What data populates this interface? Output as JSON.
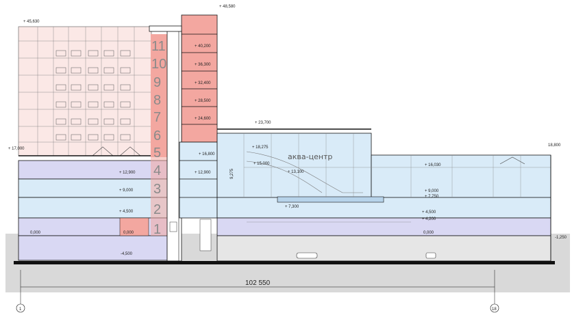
{
  "levels": {
    "top_tower": "+ 48,580",
    "left_block_top": "+ 45,630",
    "l40200": "+ 40,200",
    "l36300": "+ 36,300",
    "l32400": "+ 32,400",
    "l28500": "+ 28,500",
    "l24600": "+ 24,600",
    "l23700": "+ 23,700",
    "l18275": "+ 18,275",
    "l17000": "+ 17,000",
    "l18800": "18,800",
    "l16800": "+ 16,800",
    "l16030": "+ 16,030",
    "l15000": "+ 15,000",
    "l13100": "+ 13,100",
    "l12900a": "+ 12,900",
    "l12900b": "+ 12,900",
    "l9275": "9,275",
    "l9000a": "+ 9,000",
    "l9000b": "+ 9,000",
    "l7750": "+ 7,750",
    "l7300": "+ 7,300",
    "l4500a": "+ 4,500",
    "l4500b": "+ 4,500",
    "l4200": "+ 4,200",
    "l0000a": "0,000",
    "l0000b": "0,000",
    "l0000c": "0,000",
    "lminus4500": "-4,500",
    "lminus1250": "-1,250"
  },
  "floor_numbers": [
    "1",
    "2",
    "3",
    "4",
    "5",
    "6",
    "7",
    "8",
    "9",
    "10",
    "11"
  ],
  "aqua_label": "аква-центр",
  "overall_dimension": "102 550",
  "axes": {
    "left": "1",
    "right": "18"
  },
  "colors": {
    "pink_block": "#fbe8e6",
    "red_core": "#f3a7a0",
    "blue": "#d9ebf8",
    "lavender": "#d9d8f3",
    "ground": "#d9d9d9"
  }
}
